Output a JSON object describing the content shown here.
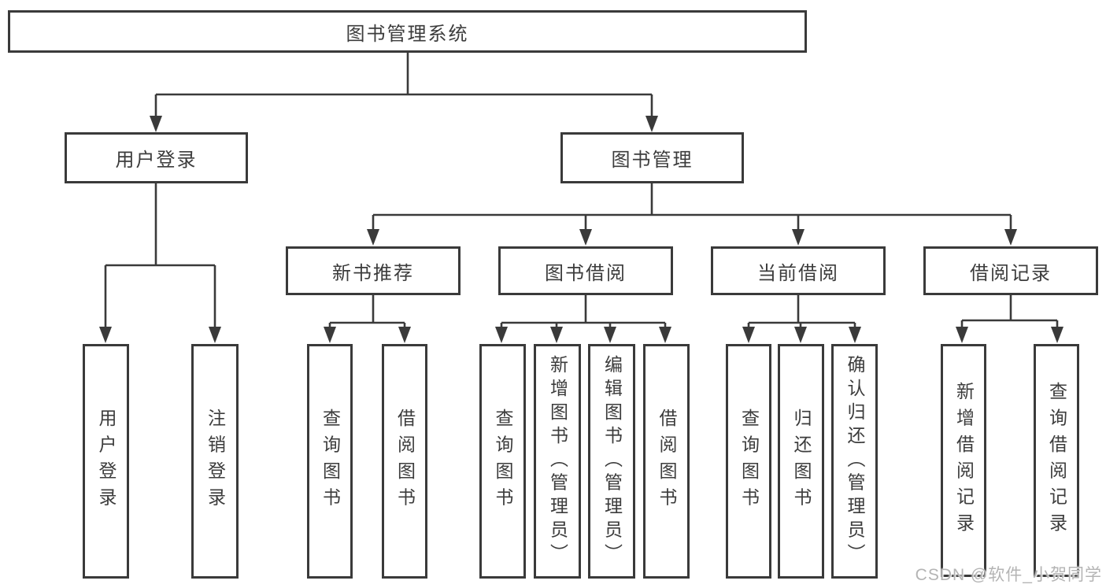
{
  "diagram": {
    "root": {
      "label": "图书管理系统"
    },
    "level1": [
      {
        "label": "用户登录"
      },
      {
        "label": "图书管理"
      }
    ],
    "level2": [
      {
        "label": "新书推荐"
      },
      {
        "label": "图书借阅"
      },
      {
        "label": "当前借阅"
      },
      {
        "label": "借阅记录"
      }
    ],
    "leaves": [
      {
        "label": "用户登录"
      },
      {
        "label": "注销登录"
      },
      {
        "label": "查询图书"
      },
      {
        "label": "借阅图书"
      },
      {
        "label": "查询图书"
      },
      {
        "label": "新增图书（管理员）"
      },
      {
        "label": "编辑图书（管理员）"
      },
      {
        "label": "借阅图书"
      },
      {
        "label": "查询图书"
      },
      {
        "label": "归还图书"
      },
      {
        "label": "确认归还（管理员）"
      },
      {
        "label": "新增借阅记录"
      },
      {
        "label": "查询借阅记录"
      }
    ]
  },
  "watermark": {
    "text": "CSDN @软件_小贺同学"
  },
  "colors": {
    "line": "#3a3a3a",
    "text": "#3c3c3c",
    "watermark": "#b4b4b4",
    "background": "#ffffff"
  }
}
